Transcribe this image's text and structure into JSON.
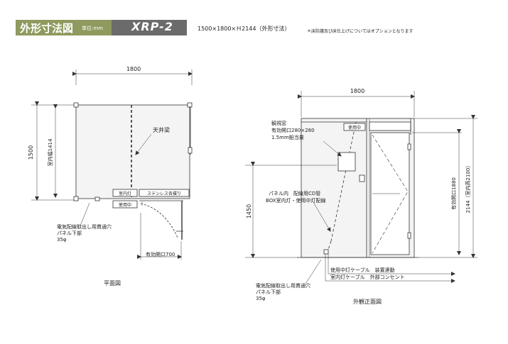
{
  "header": {
    "title": "外形寸法図",
    "unit": "単位:mm",
    "model": "XRP-2",
    "dimensions": "1500×1800×Ｈ2144（外形寸法）",
    "note": "＊床防護及び床仕上げについてはオプションとなります"
  },
  "plan": {
    "title": "平面図",
    "width": "1800",
    "depth": "1500",
    "inner_width": "室内幅1414",
    "ceiling_beam": "天井梁",
    "room_light": "室内灯",
    "in_use": "使用中",
    "handrail": "ステンレス各撲り",
    "door_opening": "有効開口700",
    "hole_line1": "電気配線取出し用貫通穴",
    "hole_line2": "パネル下部",
    "hole_line3": "35φ"
  },
  "front": {
    "title": "外観正面図",
    "width": "1800",
    "window_line1": "観視窓",
    "window_line2": "有効開口280×280",
    "window_line3": "1.5mm鉛当量",
    "in_use": "使用中",
    "panel_line1": "パネル内　配線用CD管",
    "panel_line2": "BOX室内灯・使用中灯配線",
    "height_1450": "1450",
    "door_height": "有効開口1880",
    "total_height": "2144（室内高2100）",
    "cable1": "使用中灯ケーブル　装置連動",
    "cable2": "室内灯ケーブル　外部コンセント",
    "hole_line1": "電気配線取出し用貫通穴",
    "hole_line2": "パネル下部",
    "hole_line3": "35φ"
  }
}
